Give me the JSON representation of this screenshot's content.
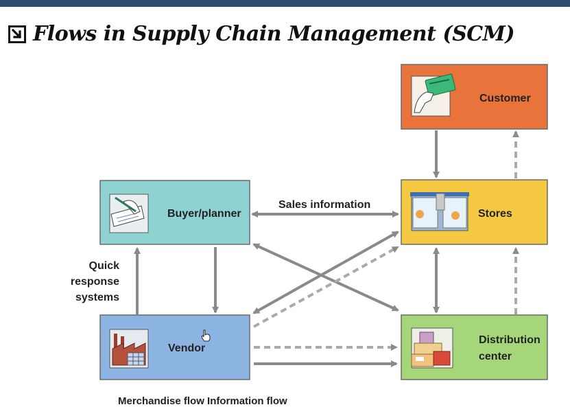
{
  "slide": {
    "title": "Flows in Supply Chain Management (SCM)",
    "title_icon": "arrow-down-right-box-icon",
    "bar_color": "#2e4a6e",
    "bottom_text": "Merchandise flow    Information flow"
  },
  "nodes": {
    "customer": {
      "label": "Customer",
      "color": "#e8743c",
      "icon": "credit-card-hand-icon"
    },
    "stores": {
      "label": "Stores",
      "color": "#f5c842",
      "icon": "storefront-icon"
    },
    "buyer": {
      "label": "Buyer/planner",
      "color": "#8fd2d2",
      "icon": "writing-hand-icon"
    },
    "vendor": {
      "label": "Vendor",
      "color": "#8cb4e3",
      "icon": "factory-icon"
    },
    "distribution": {
      "label_line1": "Distribution",
      "label_line2": "center",
      "color": "#a6d67a",
      "icon": "boxes-icon"
    }
  },
  "edge_labels": {
    "sales_information": "Sales information",
    "quick_response_line1": "Quick",
    "quick_response_line2": "response",
    "quick_response_line3": "systems"
  },
  "arrow_color": "#8a8a8a"
}
